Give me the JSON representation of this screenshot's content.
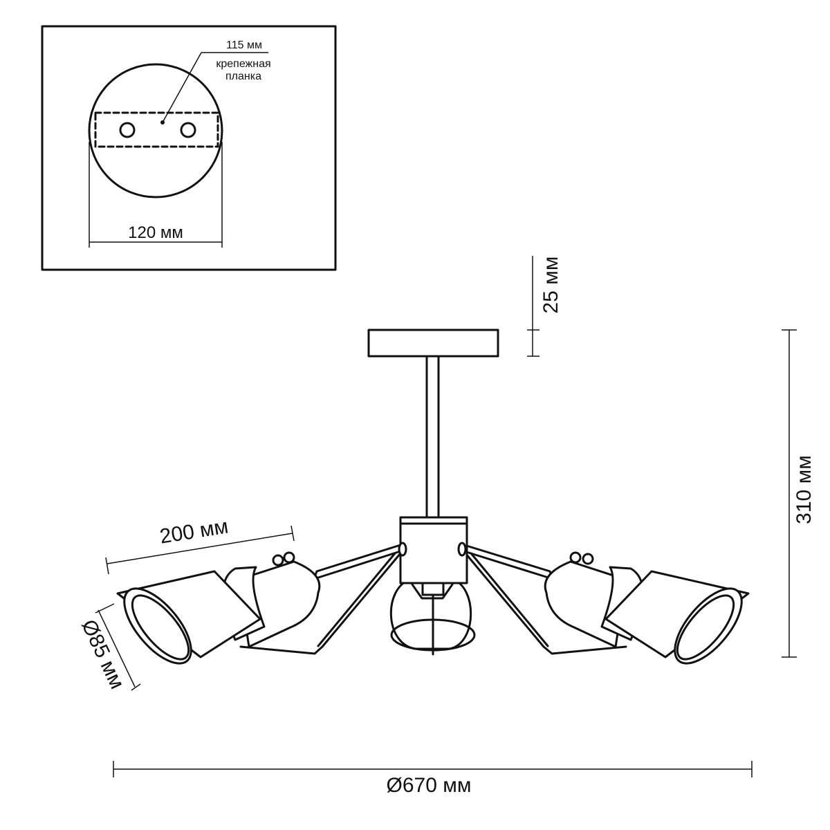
{
  "inset": {
    "plate_note_dimension": "115 мм",
    "plate_note_line1": "крепежная",
    "plate_note_line2": "планка",
    "canopy_width": "120 мм"
  },
  "dimensions": {
    "canopy_height": "25 мм",
    "total_height": "310 мм",
    "arm_length": "200 мм",
    "shade_diameter": "Ø85 мм",
    "overall_diameter": "Ø670 мм"
  },
  "colors": {
    "line": "#111111",
    "background": "#ffffff"
  }
}
